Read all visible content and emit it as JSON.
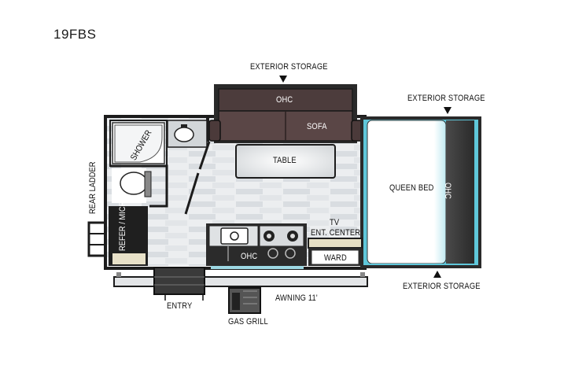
{
  "model": "19FBS",
  "labels": {
    "exterior_storage_top": "EXTERIOR STORAGE",
    "exterior_storage_right": "EXTERIOR STORAGE",
    "exterior_storage_bottom": "EXTERIOR STORAGE",
    "ohc_top": "OHC",
    "sofa": "SOFA",
    "table": "TABLE",
    "queen_bed": "QUEEN BED",
    "ohc_bed": "OHC",
    "shower": "SHOWER",
    "rear_ladder": "REAR LADDER",
    "refer_micro": "REFER / MICRO",
    "tv_ent_center_line1": "TV",
    "tv_ent_center_line2": "ENT. CENTER",
    "ward": "WARD",
    "ohc_kitchen": "OHC",
    "entry": "ENTRY",
    "awning": "AWNING 11'",
    "gas_grill": "GAS GRILL"
  },
  "colors": {
    "wall": "#1c1c1c",
    "sofa": "#5a4646",
    "floor_light": "#e6e8ea",
    "bed_glow": "#7fd6e6",
    "ohc_panel": "#3a3a3a"
  }
}
